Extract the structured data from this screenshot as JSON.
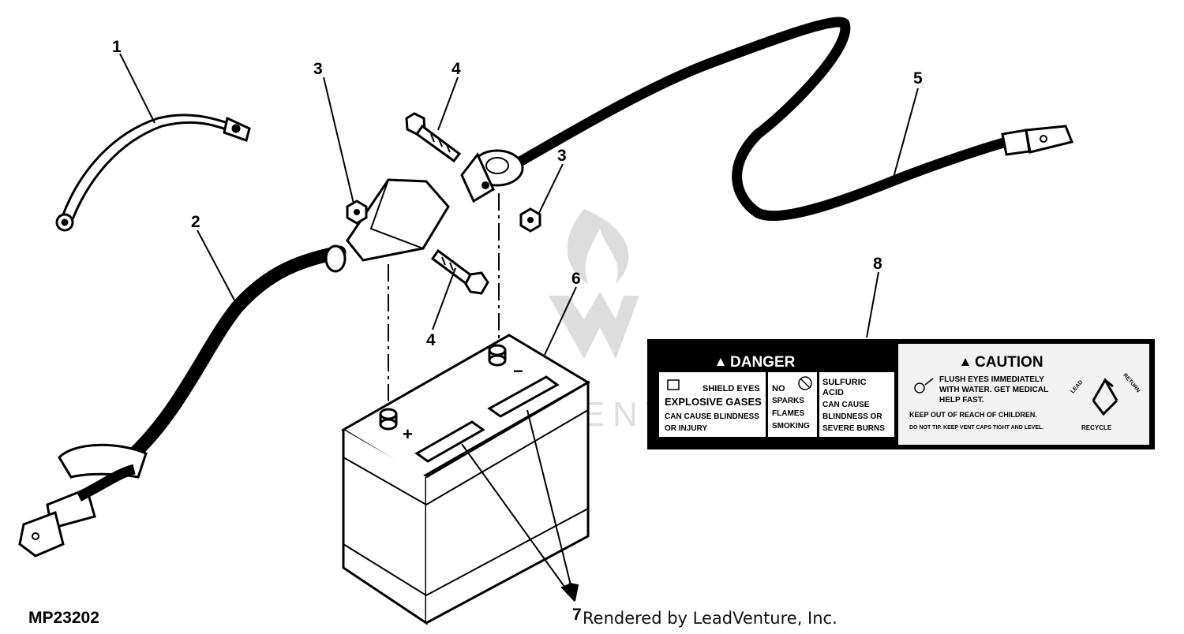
{
  "figure_id": "MP23202",
  "credit": "Rendered by LeadVenture, Inc.",
  "watermark": "LEADVENTURE",
  "callouts": {
    "c1": "1",
    "c2": "2",
    "c3a": "3",
    "c3b": "3",
    "c4a": "4",
    "c4b": "4",
    "c5": "5",
    "c6": "6",
    "c7": "7",
    "c8": "8"
  },
  "battery_marks": {
    "plus": "+",
    "minus": "−"
  },
  "danger_label": {
    "title": "DANGER",
    "col1": [
      "SHIELD EYES",
      "EXPLOSIVE GASES",
      "CAN CAUSE BLINDNESS",
      "OR INJURY"
    ],
    "col2": [
      "NO",
      "SPARKS",
      "FLAMES",
      "SMOKING"
    ],
    "col3": [
      "SULFURIC",
      "ACID",
      "CAN CAUSE",
      "BLINDNESS OR",
      "SEVERE BURNS"
    ]
  },
  "caution_label": {
    "title": "CAUTION",
    "lines": [
      "FLUSH EYES IMMEDIATELY",
      "WITH WATER. GET MEDICAL",
      "HELP FAST."
    ],
    "keep_out": "KEEP OUT OF REACH OF CHILDREN.",
    "do_not_tip": "DO NOT TIP. KEEP VENT CAPS TIGHT AND LEVEL.",
    "recycle": "RECYCLE",
    "lead": "LEAD",
    "return": "RETURN"
  }
}
